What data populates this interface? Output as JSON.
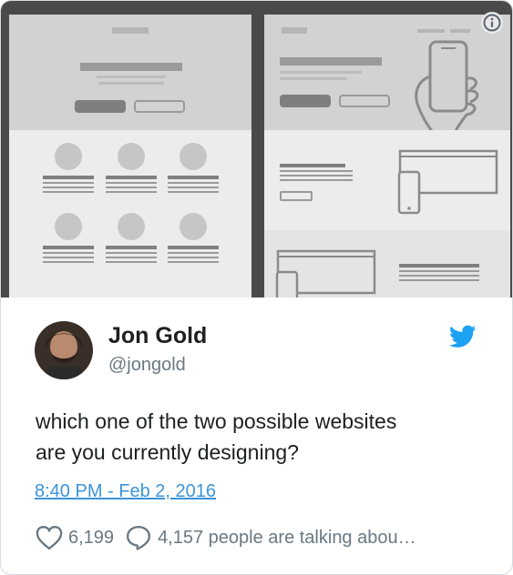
{
  "author": {
    "name": "Jon Gold",
    "handle": "@jongold"
  },
  "tweet": {
    "line1": "which one of the two possible websites",
    "line2": "are you currently designing?",
    "timestamp": "8:40 PM - Feb 2, 2016"
  },
  "stats": {
    "likes": "6,199",
    "conversation": "4,157 people are talking abou…"
  },
  "icons": {
    "info": "info-icon",
    "brand": "twitter-bird-icon",
    "like": "heart-icon",
    "reply": "speech-bubble-icon"
  },
  "colors": {
    "text": "#1c2022",
    "muted": "#697882",
    "link": "#3b94d9",
    "twitter_blue": "#1da1f2"
  }
}
